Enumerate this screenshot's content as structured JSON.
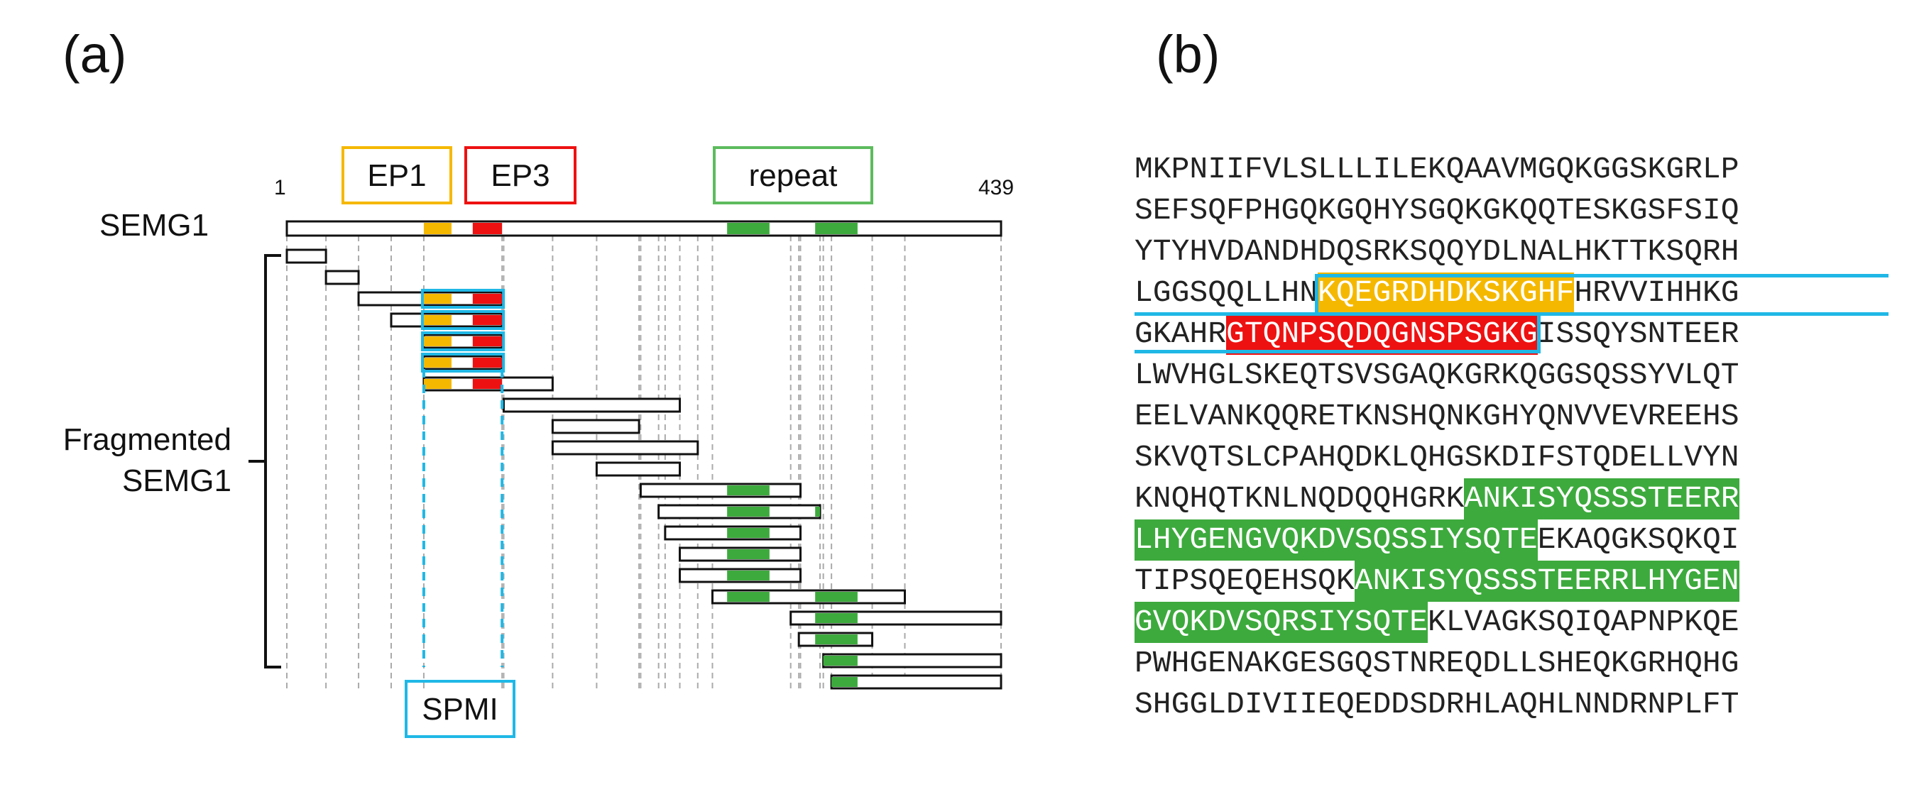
{
  "panel_a": {
    "label": "(a)",
    "protein_label": "SEMG1",
    "fragment_label_line1": "Fragmented",
    "fragment_label_line2": "SEMG1",
    "start_label": "1",
    "end_label": "439",
    "legend": {
      "ep1": "EP1",
      "ep3": "EP3",
      "repeat": "repeat",
      "spmi": "SPMI"
    },
    "colors": {
      "ep1": "#F5B800",
      "ep3": "#EE1111",
      "repeat": "#3DAA3D",
      "spmi": "#1FB8E6",
      "legend_repeat_border": "#5DBB5D"
    },
    "protein_length": 439,
    "ep1_region": [
      85,
      102
    ],
    "ep3_region": [
      115,
      133
    ],
    "repeat_regions": [
      [
        271,
        297
      ],
      [
        325,
        351
      ]
    ],
    "fragments": [
      [
        1,
        25
      ],
      [
        25,
        45
      ],
      [
        45,
        133
      ],
      [
        65,
        133
      ],
      [
        85,
        133
      ],
      [
        85,
        133
      ],
      [
        85,
        164
      ],
      [
        134,
        242
      ],
      [
        164,
        217
      ],
      [
        164,
        253
      ],
      [
        191,
        242
      ],
      [
        218,
        316
      ],
      [
        229,
        328
      ],
      [
        233,
        316
      ],
      [
        242,
        316
      ],
      [
        242,
        316
      ],
      [
        262,
        380
      ],
      [
        310,
        439
      ],
      [
        315,
        360
      ],
      [
        330,
        439
      ],
      [
        335,
        439
      ]
    ],
    "spmi_boxed_fragments": [
      2,
      3,
      4,
      5
    ]
  },
  "panel_b": {
    "label": "(b)",
    "lines": [
      [
        {
          "t": "MKPNIIFVLSLLLILEKQAAVMGQKGGSKGRLP",
          "c": ""
        }
      ],
      [
        {
          "t": "SEFSQFPHGQKGQHYSGQKGKQQTESKGSFSIQ",
          "c": ""
        }
      ],
      [
        {
          "t": "YTYHVDANDHDQSRKSQQYDLNALHKTTKSQRH",
          "c": ""
        }
      ],
      [
        {
          "t": "LGGSQQLLHN",
          "c": ""
        },
        {
          "t": "KQEGRDHDKSKGHF",
          "c": "ep1"
        },
        {
          "t": "HRVVIHHKG",
          "c": ""
        }
      ],
      [
        {
          "t": "GKAHR",
          "c": ""
        },
        {
          "t": "GTQNPSQDQGNSPSGKG",
          "c": "ep3"
        },
        {
          "t": "ISSQYSNTEER",
          "c": ""
        }
      ],
      [
        {
          "t": "LWVHGLSKEQTSVSGAQKGRKQGGSQSSYVLQT",
          "c": ""
        }
      ],
      [
        {
          "t": "EELVANKQQRETKNSHQNKGHYQNVVEVREEHS",
          "c": ""
        }
      ],
      [
        {
          "t": "SKVQTSLCPAHQDKLQHGSKDIFSTQDELLVYN",
          "c": ""
        }
      ],
      [
        {
          "t": "KNQHQTKNLNQDQQHGRK",
          "c": ""
        },
        {
          "t": "ANKISYQSSSTEERR",
          "c": "rep"
        }
      ],
      [
        {
          "t": "LHYGENGVQKDVSQSSIYSQTE",
          "c": "rep"
        },
        {
          "t": "EKAQGKSQKQI",
          "c": ""
        }
      ],
      [
        {
          "t": "TIPSQEQEHSQK",
          "c": ""
        },
        {
          "t": "ANKISYQSSSTEERRLHYGEN",
          "c": "rep"
        }
      ],
      [
        {
          "t": "GVQKDVSQRSIYSQTE",
          "c": "rep"
        },
        {
          "t": "KLVAGKSQIQAPNPKQE",
          "c": ""
        }
      ],
      [
        {
          "t": "PWHGENAKGESGQSTNREQDLLSHEQKGRHQHG",
          "c": ""
        }
      ],
      [
        {
          "t": "SHGGLDIVIIEQEDDSDRHLAQHLNNDRNPLFT",
          "c": ""
        }
      ]
    ]
  }
}
